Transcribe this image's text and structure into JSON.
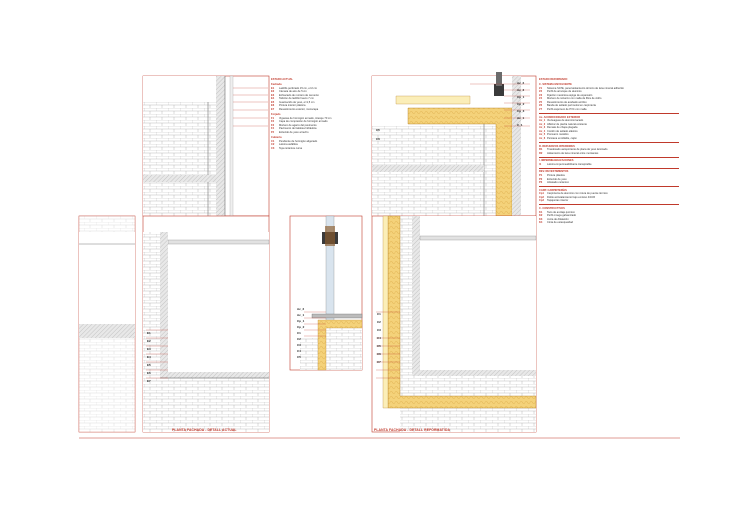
{
  "captions": {
    "left": "PLANTA FACHADA - DETALL ACTUAL",
    "right": "PLANTA FACHADA - DETALL REFORMAT/DA"
  },
  "legend_left": {
    "title": "ESTADO ACTUAL",
    "sections": [
      {
        "head": "Fachada",
        "items": [
          {
            "c": "E1",
            "t": "Ladrillo perforado 15 cm, e=2 cm"
          },
          {
            "c": "E2",
            "t": "Cámara de aire de 5 cm"
          },
          {
            "c": "E3",
            "t": "Enfoscado de mortero de cemento"
          },
          {
            "c": "E4",
            "t": "Tabicón de ladrillo hueco 7 cm"
          },
          {
            "c": "E5",
            "t": "Guarnecido de yeso, e=1,5 cm"
          },
          {
            "c": "E6",
            "t": "Pintura interior plástica"
          },
          {
            "c": "E7",
            "t": "Revestimiento exterior, monocapa"
          }
        ]
      },
      {
        "head": "Forjado",
        "items": [
          {
            "c": "F1",
            "t": "Viguetas de hormigón armado, intereje 70 cm"
          },
          {
            "c": "F2",
            "t": "Capa de compresión de hormigón armado"
          },
          {
            "c": "F3",
            "t": "Mortero de agarre del pavimento"
          },
          {
            "c": "F4",
            "t": "Pavimento de baldosa hidráulica"
          },
          {
            "c": "F5",
            "t": "Enlucido de yeso al techo"
          }
        ]
      },
      {
        "head": "Cubierta",
        "items": [
          {
            "c": "C1",
            "t": "Pendiente de hormigón aligerado"
          },
          {
            "c": "C2",
            "t": "Lámina asfáltica"
          },
          {
            "c": "C3",
            "t": "Teja cerámica curva"
          }
        ]
      }
    ]
  },
  "legend_right": {
    "title": "ESTADO REFORMADO",
    "sections": [
      {
        "head": "C. SISTEMA ENVOLVENTE",
        "items": [
          {
            "c": "Z1",
            "t": "Sistema SATE, panel aislamiento térmico de lana mineral adherido"
          },
          {
            "c": "Z2",
            "t": "Perfil de arranque de aluminio"
          },
          {
            "c": "Z3",
            "t": "Fijación mecánica espiga de expansión"
          },
          {
            "c": "Z4",
            "t": "Mortero de refuerzo con malla de fibra de vidrio"
          },
          {
            "c": "Z5",
            "t": "Revestimiento de acabado acrílico"
          },
          {
            "c": "Z6",
            "t": "Banda de sellado perimetral en carpintería"
          },
          {
            "c": "Z7",
            "t": "Perfil esquinero de PVC con malla"
          }
        ]
      },
      {
        "head": "Ac. ACONDICIONADO EXTERIOR",
        "items": [
          {
            "c": "Ac_1",
            "t": "Vierteaguas de aluminio lacado"
          },
          {
            "c": "Ac_2",
            "t": "Alféizar de piedra natural existente"
          },
          {
            "c": "Ac_3",
            "t": "Remate de chapa plegada"
          },
          {
            "c": "Ac_4",
            "t": "Cordón de sellado elástico"
          },
          {
            "c": "Ac_5",
            "t": "Premarco metálico"
          },
          {
            "c": "Ac_6",
            "t": "Persiana enrollable, cajón"
          }
        ]
      },
      {
        "head": "R. REFUERZOS INTERIORES",
        "items": [
          {
            "c": "R1",
            "t": "Trasdosado autoportante de placa de yeso laminado"
          },
          {
            "c": "R2",
            "t": "Aislamiento de lana mineral entre montantes"
          }
        ]
      },
      {
        "head": "I. IMPERMEABILIZACIONES",
        "items": [
          {
            "c": "I1",
            "t": "Lámina impermeabilizante transpirable"
          }
        ]
      },
      {
        "head": "REV. REVESTIMIENTOS",
        "items": [
          {
            "c": "P1",
            "t": "Pintura plástica"
          },
          {
            "c": "P2",
            "t": "Enlucido de yeso"
          },
          {
            "c": "P3",
            "t": "Alicatado cerámico"
          }
        ]
      },
      {
        "head": "CARP. CARPINTERÍAS",
        "items": [
          {
            "c": "Cp1",
            "t": "Carpintería de aluminio con rotura de puente térmico"
          },
          {
            "c": "Cp2",
            "t": "Doble acristalamiento bajo emisivo 4/16/6"
          },
          {
            "c": "Cp3",
            "t": "Tapajuntas interior"
          }
        ]
      },
      {
        "head": "C. CONSTRUCTIVOS",
        "items": [
          {
            "c": "K1",
            "t": "Taco de anclaje químico"
          },
          {
            "c": "K2",
            "t": "Perfil omega galvanizado"
          },
          {
            "c": "K3",
            "t": "Junta de dilatación"
          },
          {
            "c": "K4",
            "t": "Cinta de estanqueidad"
          }
        ]
      }
    ]
  },
  "tags": {
    "left_detail": [
      "E1",
      "E2",
      "E3",
      "E4",
      "E5",
      "E6",
      "E7"
    ],
    "mid_detail": [
      "Ac_2",
      "Ac_1",
      "Cp_1",
      "Cp_2",
      "C1",
      "C2",
      "C3",
      "C4",
      "C5"
    ],
    "right_top": [
      "Ac_2",
      "Ac_3",
      "Cp_1",
      "Cp_2",
      "Cp_3",
      "Ac_1",
      "C_1",
      "C5",
      "C6"
    ],
    "right_side": [
      "C1",
      "C2",
      "C3",
      "C4",
      "C5",
      "C6",
      "C7"
    ]
  },
  "colors": {
    "frame": "#c0392b",
    "insulation": "#f4d27a",
    "insulation_light": "#fbeeb8",
    "wall": "#bfbfbf",
    "render": "#e9b7a8"
  }
}
